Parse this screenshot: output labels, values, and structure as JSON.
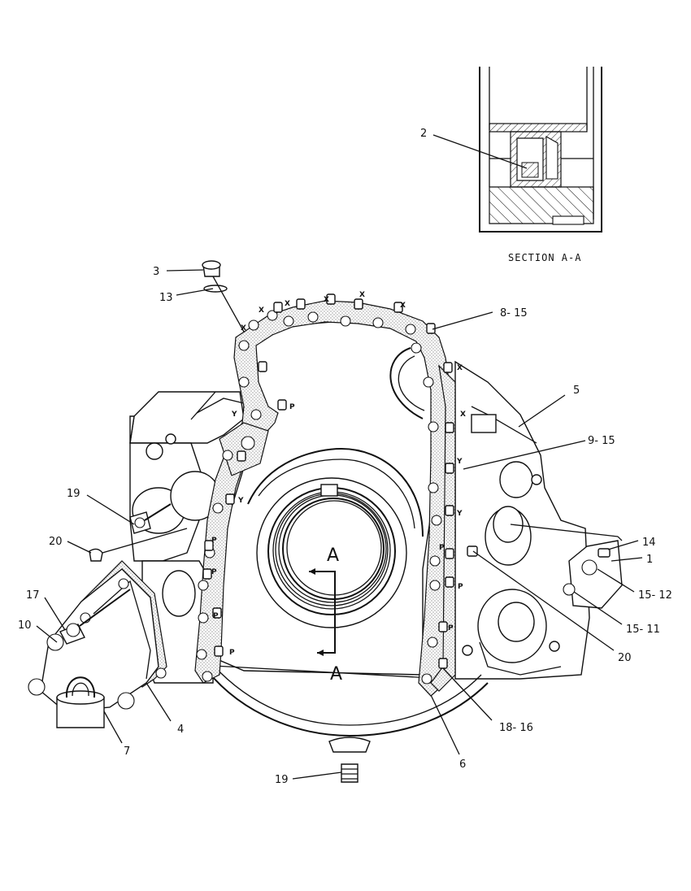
{
  "section": {
    "title": "SECTION A-A",
    "callout": "2"
  },
  "view_markers": {
    "section_a": "A"
  },
  "gasket_marks": {
    "x": "X",
    "y": "Y",
    "p": "P"
  },
  "callouts": [
    {
      "id": "c1",
      "text": "1"
    },
    {
      "id": "c3",
      "text": "3"
    },
    {
      "id": "c4",
      "text": "4"
    },
    {
      "id": "c5",
      "text": "5"
    },
    {
      "id": "c6",
      "text": "6"
    },
    {
      "id": "c7",
      "text": "7"
    },
    {
      "id": "c8",
      "text": "8- 15"
    },
    {
      "id": "c9",
      "text": "9- 15"
    },
    {
      "id": "c10",
      "text": "10"
    },
    {
      "id": "c13",
      "text": "13"
    },
    {
      "id": "c14",
      "text": "14"
    },
    {
      "id": "c15a",
      "text": "15- 12"
    },
    {
      "id": "c15b",
      "text": "15- 11"
    },
    {
      "id": "c17",
      "text": "17"
    },
    {
      "id": "c18",
      "text": "18- 16"
    },
    {
      "id": "c19a",
      "text": "19"
    },
    {
      "id": "c19b",
      "text": "19"
    },
    {
      "id": "c20a",
      "text": "20"
    },
    {
      "id": "c20b",
      "text": "20"
    }
  ]
}
